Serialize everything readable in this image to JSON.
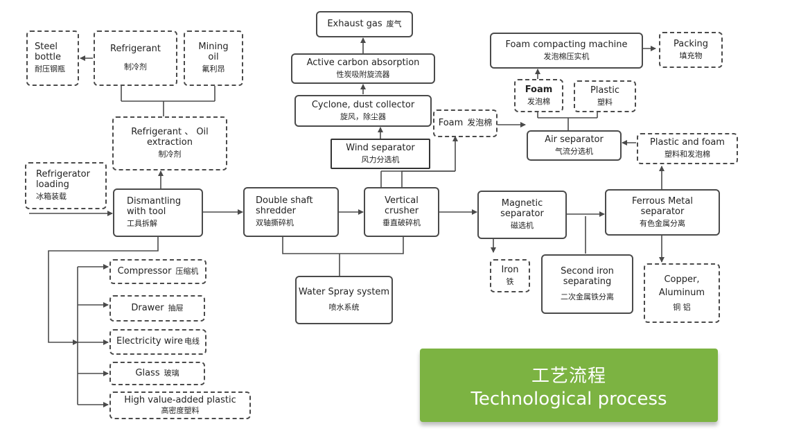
{
  "nodes": {
    "steel_bottle": {
      "en": "Steel bottle",
      "zh": "耐压钢瓶"
    },
    "refrigerant": {
      "en": "Refrigerant",
      "zh": "制冷剂"
    },
    "mining_oil": {
      "en": "Mining oil",
      "zh": "氟利昂"
    },
    "refrigerant_oil_extraction": {
      "en": "Refrigerant 、 Oil extraction",
      "zh": "制冷剂"
    },
    "refrigerator_loading": {
      "en": "Refrigerator loading",
      "zh": "冰箱装载"
    },
    "dismantling": {
      "en": "Dismantling with tool",
      "zh": "工具拆解"
    },
    "double_shaft_shredder": {
      "en": "Double shaft shredder",
      "zh": "双轴撕碎机"
    },
    "vertical_crusher": {
      "en": "Vertical crusher",
      "zh": "垂直破碎机"
    },
    "magnetic_separator": {
      "en": "Magnetic separator",
      "zh": "磁选机"
    },
    "ferrous_metal_separator": {
      "en": "Ferrous Metal separator",
      "zh": "有色金属分离"
    },
    "exhaust_gas": {
      "en": "Exhaust gas",
      "zh": "废气"
    },
    "active_carbon": {
      "en": "Active carbon absorption",
      "zh": "性炭吸附旋流器"
    },
    "cyclone": {
      "en": "Cyclone, dust collector",
      "zh": "旋风，除尘器"
    },
    "wind_separator": {
      "en": "Wind separator",
      "zh": "风力分选机"
    },
    "foam": {
      "en": "Foam",
      "zh": "发泡棉"
    },
    "foam_compacting": {
      "en": "Foam compacting machine",
      "zh": "发泡棉压实机"
    },
    "packing": {
      "en": "Packing",
      "zh": "填充物"
    },
    "foam2": {
      "en": "Foam",
      "zh": "发泡棉"
    },
    "plastic": {
      "en": "Plastic",
      "zh": "塑料"
    },
    "air_separator": {
      "en": "Air separator",
      "zh": "气流分选机"
    },
    "plastic_and_foam": {
      "en": "Plastic and foam",
      "zh": "塑料和发泡棉"
    },
    "iron": {
      "en": "Iron",
      "zh": "铁"
    },
    "second_iron": {
      "en": "Second iron separating",
      "zh": "二次金属铁分离"
    },
    "copper_aluminum": {
      "en": "Copper, Aluminum",
      "zh": "铜 铝"
    },
    "water_spray": {
      "en": "Water Spray system",
      "zh": "喷水系统"
    },
    "compressor": {
      "en": "Compressor",
      "zh": "压缩机"
    },
    "drawer": {
      "en": "Drawer",
      "zh": "抽屉"
    },
    "electricity_wire": {
      "en": "Electricity wire",
      "zh": "电线"
    },
    "glass": {
      "en": "Glass",
      "zh": "玻璃"
    },
    "high_value_plastic": {
      "en": "High value-added plastic",
      "zh": "高密度塑料"
    }
  },
  "banner": {
    "zh": "工艺流程",
    "en": "Technological process"
  },
  "colors": {
    "banner": "#7cb342",
    "line": "#4a4a4a"
  }
}
